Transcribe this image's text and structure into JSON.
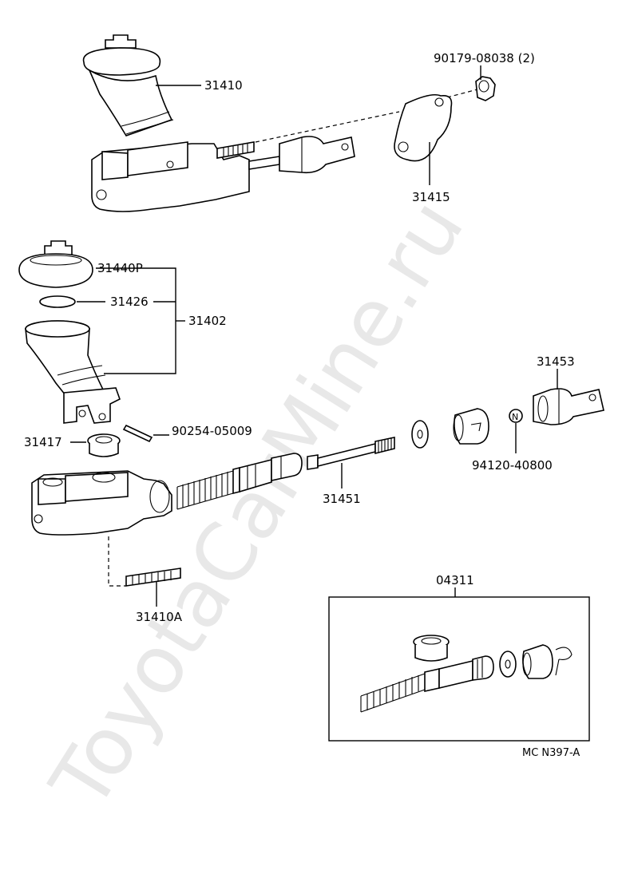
{
  "watermark": "ToyotaCarMine.ru",
  "diagram_code": "MC N397-A",
  "labels": {
    "p31410": "31410",
    "p90179": "90179-08038 (2)",
    "p31415": "31415",
    "p31440P": "31440P",
    "p31426": "31426",
    "p31402": "31402",
    "p31453": "31453",
    "p90254": "90254-05009",
    "p31417": "31417",
    "p31451": "31451",
    "p94120": "94120-40800",
    "p31410A": "31410A",
    "p04311": "04311"
  }
}
